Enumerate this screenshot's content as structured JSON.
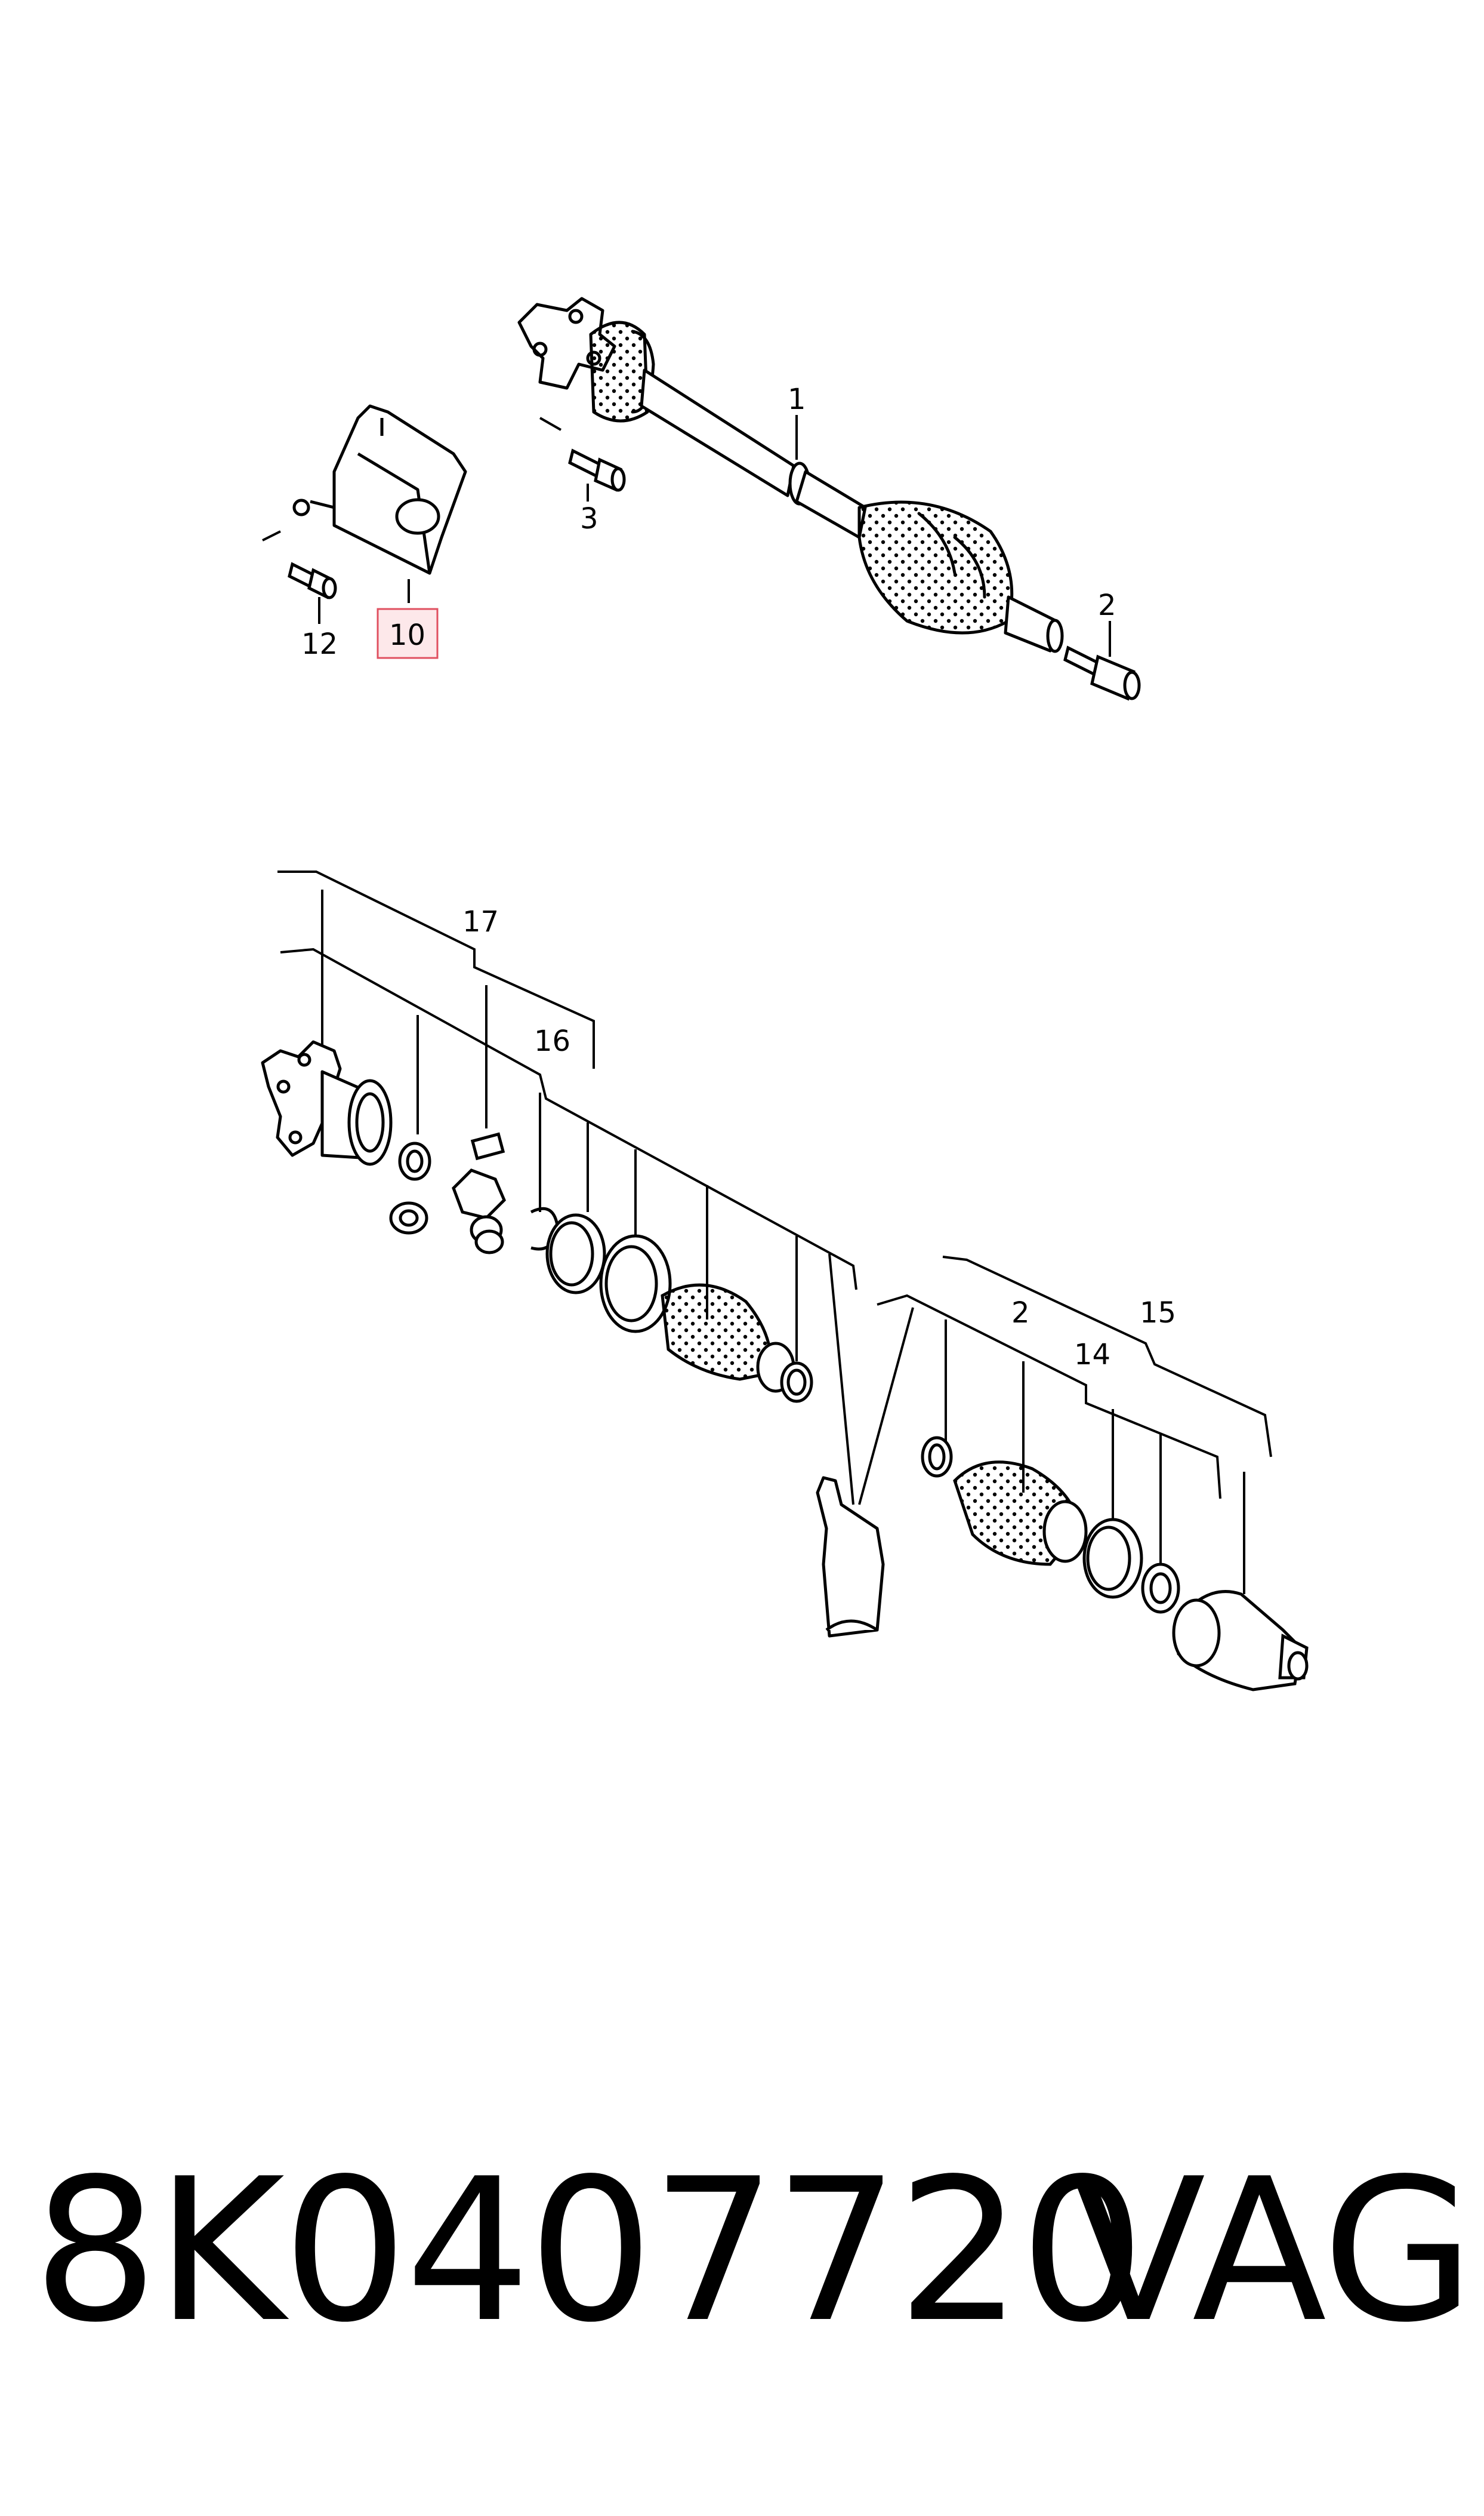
{
  "footer": {
    "part_number": "8K0407720",
    "brand": "VAG"
  },
  "callouts": {
    "c1": "1",
    "c2": "2",
    "c3": "3",
    "c10": "10",
    "c12": "12",
    "c17": "17",
    "c16": "16",
    "c2b": "2",
    "c15": "15",
    "c14": "14"
  },
  "colors": {
    "line": "#000000",
    "highlight_fill": "#fde8ea",
    "highlight_border": "#e05060"
  }
}
